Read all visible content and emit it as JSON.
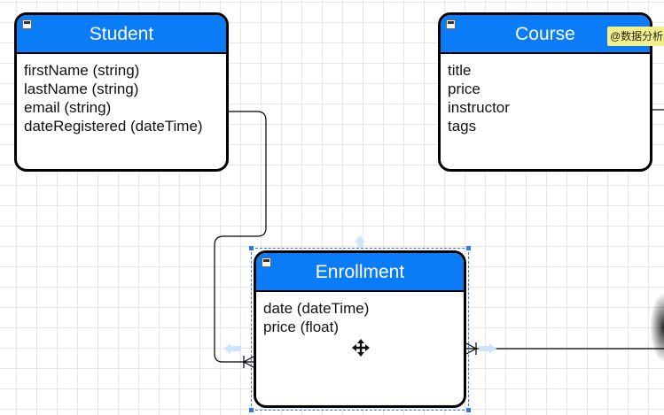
{
  "entities": {
    "student": {
      "title": "Student",
      "attributes": [
        "firstName (string)",
        "lastName (string)",
        "email (string)",
        "dateRegistered (dateTime)"
      ]
    },
    "course": {
      "title": "Course",
      "attributes": [
        "title",
        "price",
        "instructor",
        "tags"
      ]
    },
    "enrollment": {
      "title": "Enrollment",
      "attributes": [
        "date (dateTime)",
        "price (float)"
      ]
    }
  },
  "relationships": [
    {
      "from": "student",
      "to": "enrollment",
      "to_end": "crow-foot-one-or-many"
    },
    {
      "from": "enrollment",
      "to": "course",
      "from_end": "crow-foot-one-or-many"
    }
  ],
  "watermark": "@数据分析",
  "colors": {
    "header": "#0a7cf7",
    "border": "#000000",
    "grid": "#e6e6e6",
    "selection": "#2d7be5"
  },
  "icons": {
    "collapse": "minus-box-icon",
    "move": "move-cross-icon"
  }
}
